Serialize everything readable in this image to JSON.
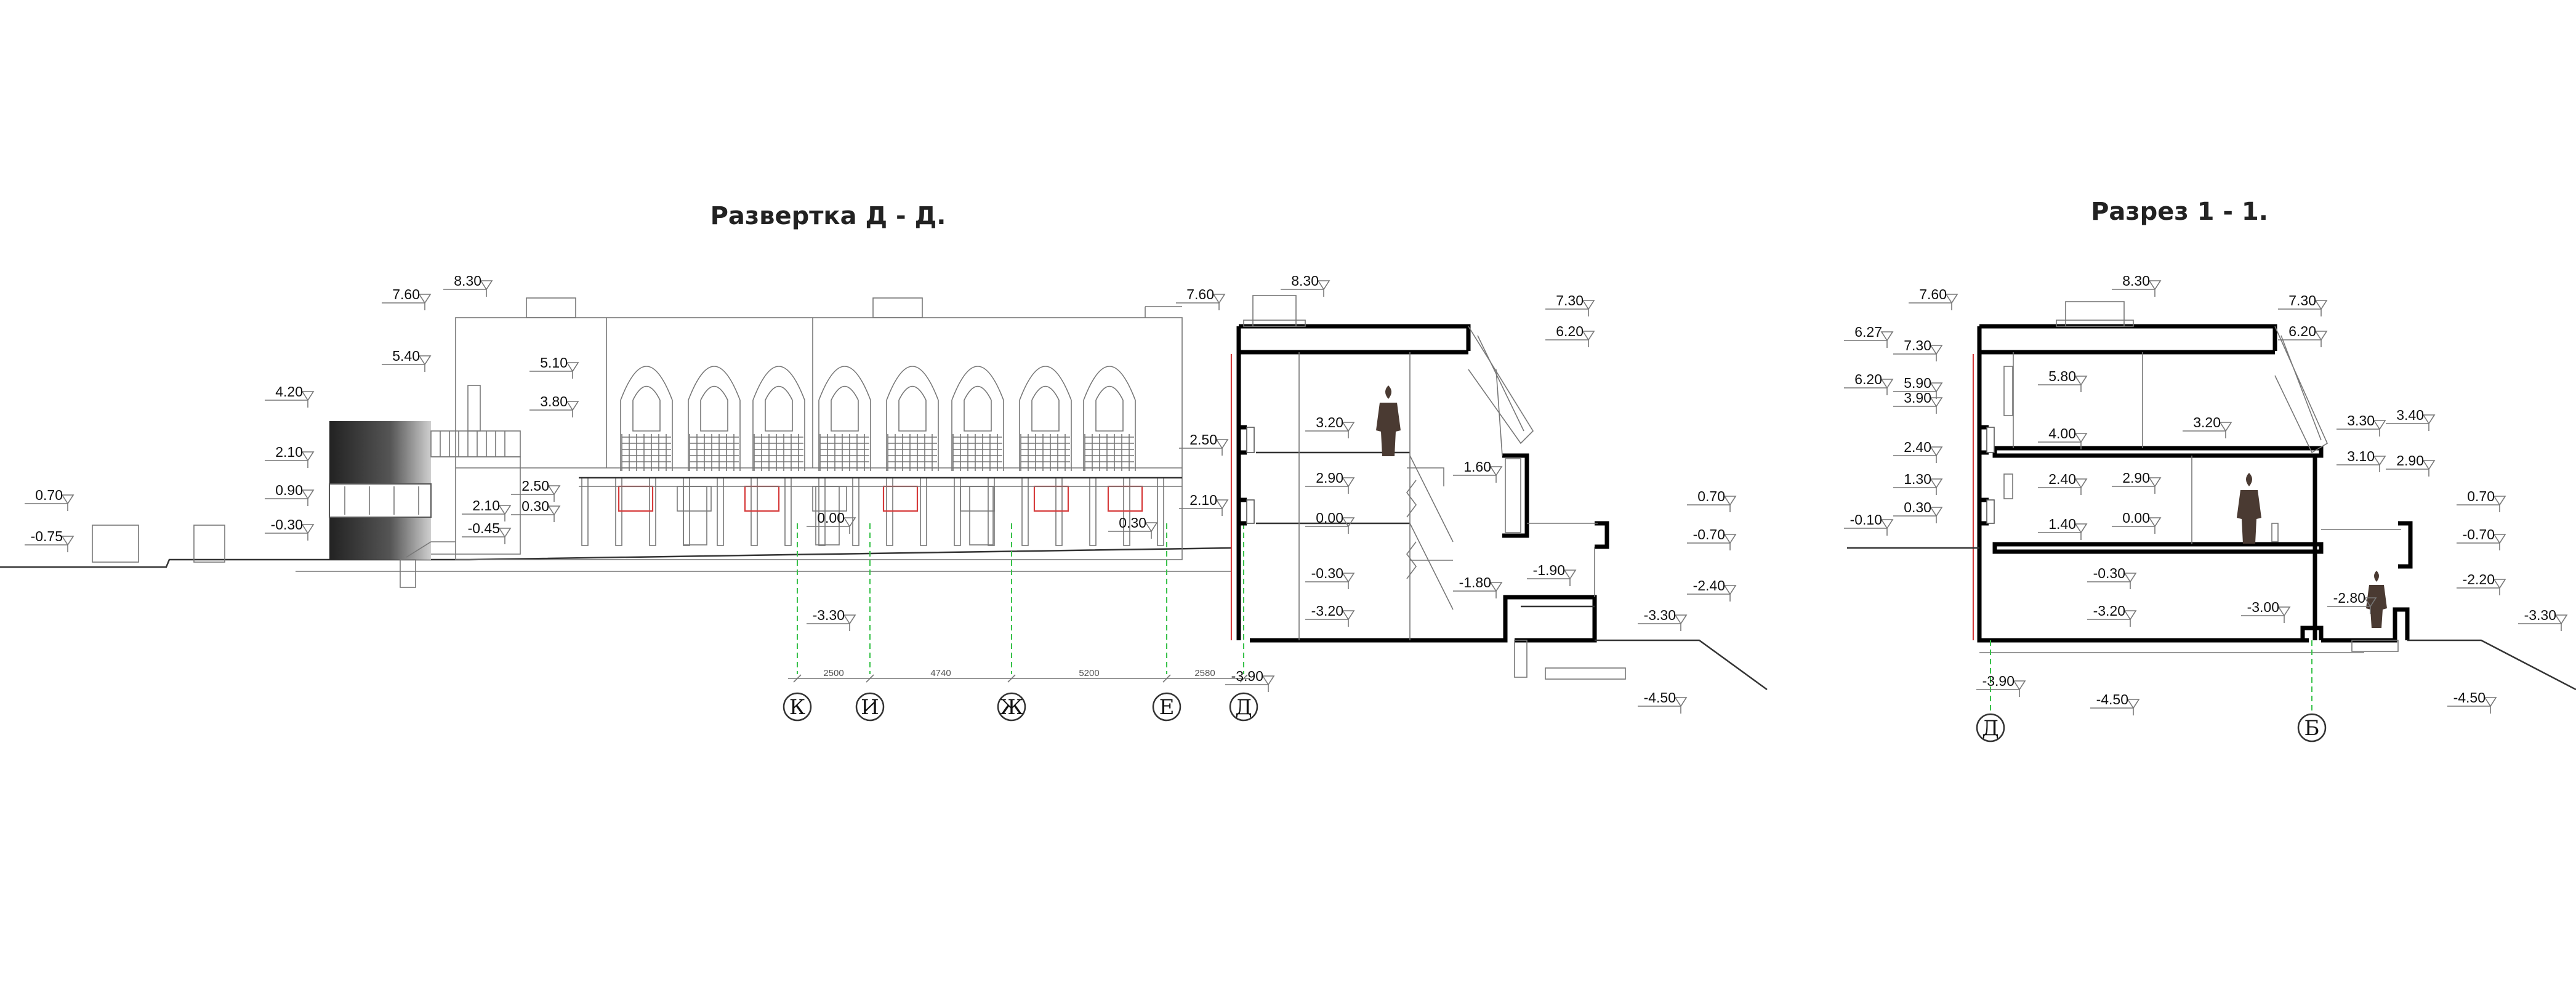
{
  "titles": {
    "unfold": "Развертка Д - Д.",
    "section": "Разрез 1 - 1."
  },
  "colors": {
    "line": "#000000",
    "axis_guides": "#38c24a",
    "window_frames": "#d63a3a"
  },
  "icons": [
    "person-silhouette-icon",
    "level-marker-icon",
    "axis-bubble-icon"
  ],
  "unfold_levels": {
    "l_870": "8.30",
    "l_760_left": "7.60",
    "l_540": "5.40",
    "l_510": "5.10",
    "l_380": "3.80",
    "l_420": "4.20",
    "l_210_a": "2.10",
    "l_090": "0.90",
    "l_m030_a": "-0.30",
    "l_070_a": "0.70",
    "l_m075": "-0.75",
    "l_210_b": "2.10",
    "l_250_a": "2.50",
    "l_030_a": "0.30",
    "l_m045": "-0.45",
    "l_000_a": "0.00",
    "l_030_b": "0.30",
    "l_m330_a": "-3.30",
    "l_760_b": "7.60",
    "l_250_b": "2.50",
    "l_210_c": "2.10",
    "l_830_b": "8.30",
    "l_730_a": "7.30",
    "l_620_a": "6.20",
    "l_320_a": "3.20",
    "l_290_a": "2.90",
    "l_160": "1.60",
    "l_000_b": "0.00",
    "l_m030_b": "-0.30",
    "l_m320_a": "-3.20",
    "l_m180": "-1.80",
    "l_m190": "-1.90",
    "l_070_b": "0.70",
    "l_m070_a": "-0.70",
    "l_m240": "-2.40",
    "l_m330_b": "-3.30",
    "l_m390_a": "-3.90",
    "l_m450_a": "-4.50"
  },
  "unfold_dims": [
    "2500",
    "4740",
    "5200",
    "2580"
  ],
  "unfold_axes": [
    "К",
    "И",
    "Ж",
    "Е",
    "Д"
  ],
  "section_levels": {
    "s_830": "8.30",
    "s_760": "7.60",
    "s_627": "6.27",
    "s_730_l": "7.30",
    "s_620_l": "6.20",
    "s_590": "5.90",
    "s_390": "3.90",
    "s_580": "5.80",
    "s_240_l": "2.40",
    "s_130": "1.30",
    "s_030": "0.30",
    "s_m010": "-0.10",
    "s_400": "4.00",
    "s_240_m": "2.40",
    "s_140": "1.40",
    "s_320": "3.20",
    "s_290_m": "2.90",
    "s_000": "0.00",
    "s_m030": "-0.30",
    "s_m320": "-3.20",
    "s_m300": "-3.00",
    "s_m280": "-2.80",
    "s_m390": "-3.90",
    "s_m450_m": "-4.50",
    "s_730_r": "7.30",
    "s_620_r": "6.20",
    "s_330": "3.30",
    "s_340": "3.40",
    "s_310": "3.10",
    "s_290_r": "2.90",
    "s_070": "0.70",
    "s_m070": "-0.70",
    "s_m220": "-2.20",
    "s_m330": "-3.30",
    "s_m450_r": "-4.50"
  },
  "section_axes": [
    "Д",
    "Б"
  ]
}
